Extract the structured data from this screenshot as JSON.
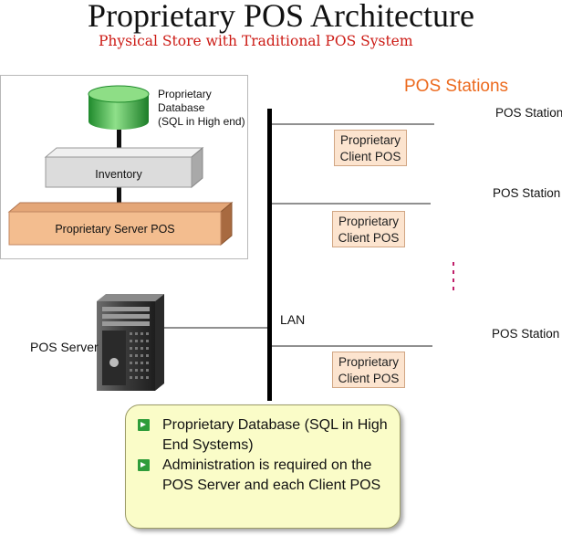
{
  "title": "Proprietary POS Architecture",
  "subtitle": "Physical Store with Traditional POS System",
  "server_panel": {
    "database_label_lines": [
      "Proprietary",
      "Database",
      "(SQL in High end)"
    ],
    "inventory_label": "Inventory",
    "server_pos_label": "Proprietary Server POS"
  },
  "stations_heading": "POS Stations",
  "client_label_lines": [
    "Proprietary",
    "Client POS"
  ],
  "station_label": "POS Station",
  "lan_label": "LAN",
  "pos_server_label": "POS Server",
  "notes": [
    "Proprietary Database (SQL in High End Systems)",
    "Administration is required on the POS Server and each Client POS"
  ],
  "colors": {
    "title": "#111111",
    "subtitle": "#cc1a14",
    "stations_heading": "#ec6a1e",
    "database": "#2fa33a",
    "server_pos_slab": "#f3bd8f",
    "client_box": "#fce4cf",
    "notes_box": "#fafcc8",
    "bullet": "#2e9c3a",
    "lan_bus": "#000000"
  }
}
